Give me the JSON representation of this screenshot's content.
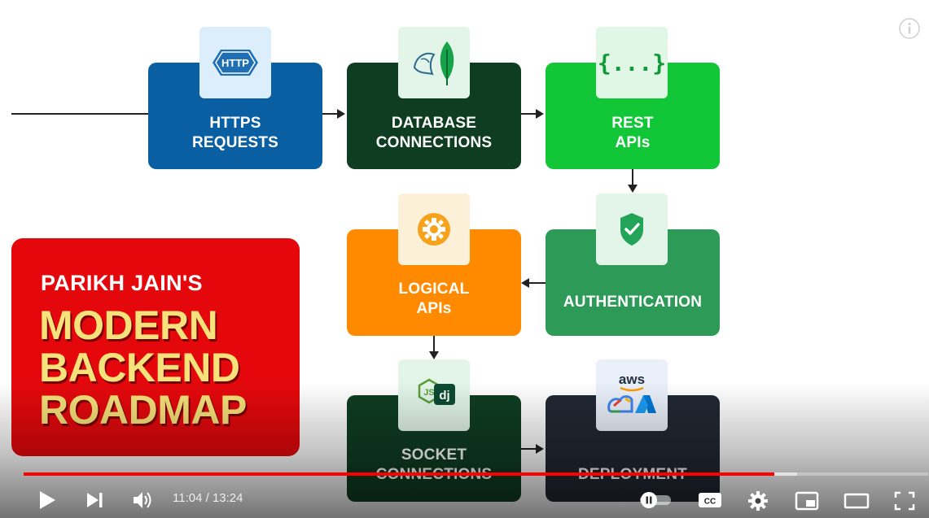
{
  "video": {
    "progress_fraction": 0.83,
    "buffered_fraction": 0.855,
    "current_time": "11:04",
    "separator": " / ",
    "duration": "13:24"
  },
  "roadmap": {
    "nodes": [
      {
        "id": "https",
        "label": "HTTPS\nREQUESTS",
        "color": "#0a5fa3",
        "icon": "http-badge-icon",
        "icon_text": "HTTP"
      },
      {
        "id": "database",
        "label": "DATABASE\nCONNECTIONS",
        "color": "#0f3d22",
        "icon": "mysql-mongodb-icon"
      },
      {
        "id": "rest",
        "label": "REST\nAPIs",
        "color": "#11c738",
        "icon": "curly-braces-icon",
        "icon_text": "{...}"
      },
      {
        "id": "auth",
        "label": "AUTHENTICATION",
        "color": "#2e9a57",
        "icon": "shield-check-icon"
      },
      {
        "id": "logical",
        "label": "LOGICAL\nAPIs",
        "color": "#ff8a00",
        "icon": "gear-icon"
      },
      {
        "id": "socket",
        "label": "SOCKET\nCONNECTIONS",
        "color": "#0f3d22",
        "icon": "nodejs-django-icon",
        "icon_text_js": "JS",
        "icon_text_dj": "dj"
      },
      {
        "id": "deploy",
        "label": "DEPLOYMENT",
        "color": "#222833",
        "icon": "aws-gcp-azure-icon",
        "icon_text": "aws"
      }
    ]
  },
  "promo": {
    "author": "PARIKH JAIN'S",
    "line1": "MODERN",
    "line2": "BACKEND",
    "line3": "ROADMAP",
    "bg_color": "#e4080c",
    "accent_color": "#f6e27a"
  },
  "colors": {
    "progress_played": "#ff0000"
  }
}
